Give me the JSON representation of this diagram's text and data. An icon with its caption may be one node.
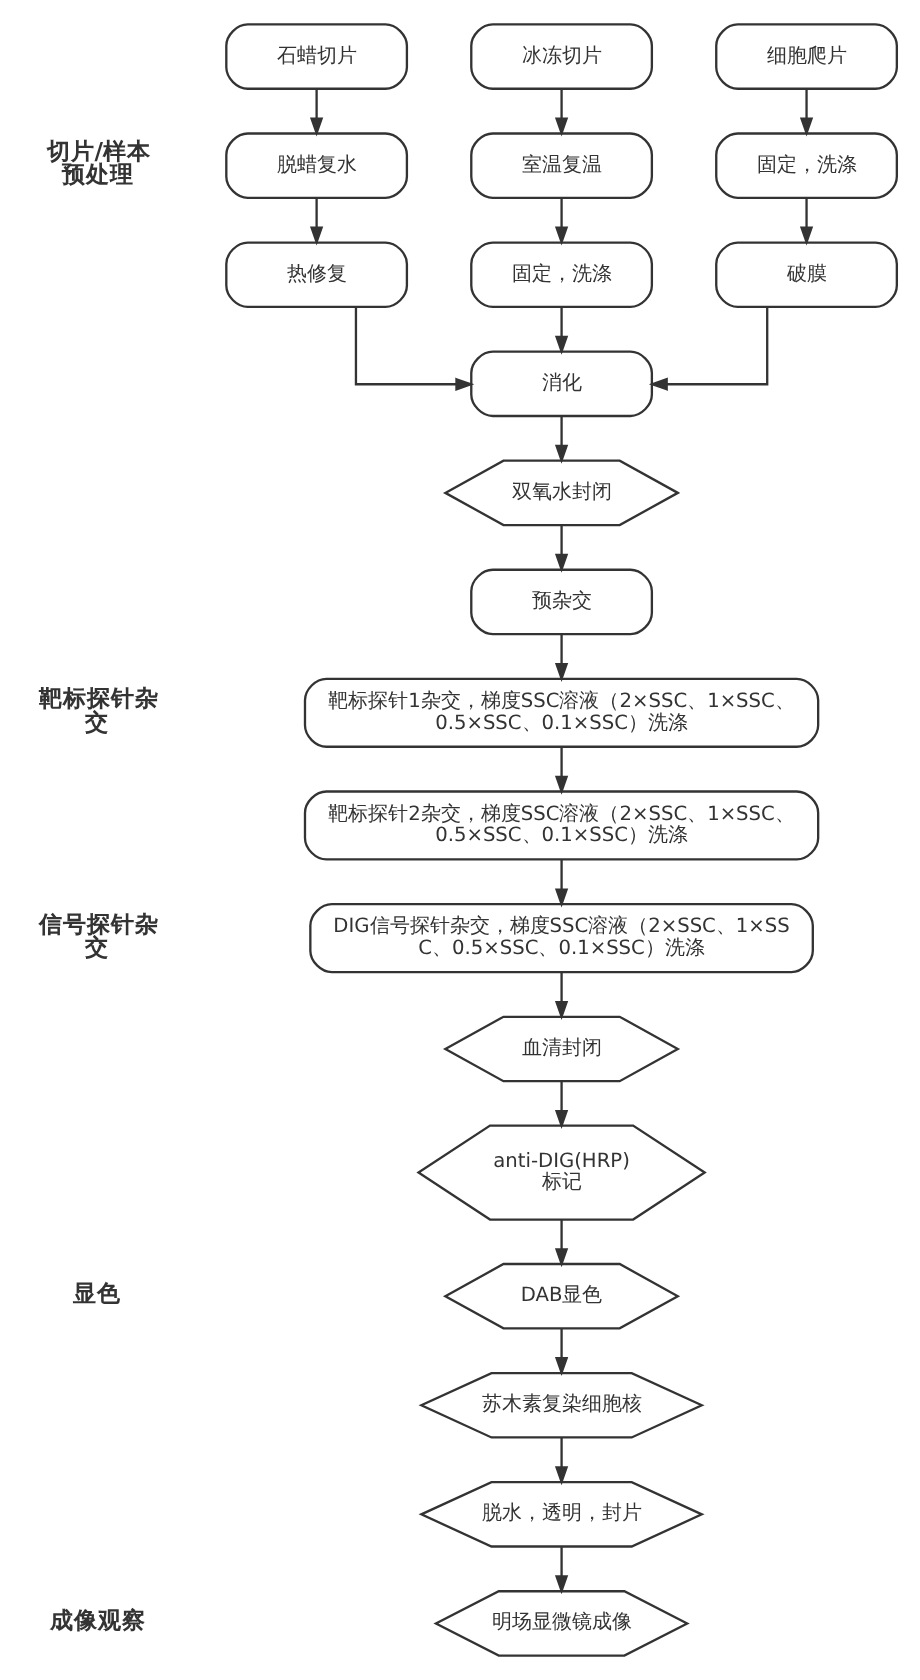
{
  "diagram": {
    "nodes": [
      {
        "text": [
          "石蜡切片"
        ]
      },
      {
        "text": [
          "冰冻切片"
        ]
      },
      {
        "text": [
          "细胞爬片"
        ]
      },
      {
        "text": [
          "脱蜡复水"
        ]
      },
      {
        "text": [
          "室温复温"
        ]
      },
      {
        "text": [
          "固定，洗涤"
        ]
      },
      {
        "text": [
          "热修复"
        ]
      },
      {
        "text": [
          "固定，洗涤"
        ]
      },
      {
        "text": [
          "破膜"
        ]
      },
      {
        "text": [
          "消化"
        ]
      },
      {
        "text": [
          "双氧水封闭"
        ]
      },
      {
        "text": [
          "预杂交"
        ]
      },
      {
        "text": [
          "靶标探针1杂交，梯度SSC溶液（2×SSC、1×SSC、0.5×SSC、0.1×SSC）洗涤"
        ]
      },
      {
        "text": [
          "靶标探针2杂交，梯度SSC溶液（2×SSC、1×SSC、0.5×SSC、0.1×SSC）洗涤"
        ]
      },
      {
        "text": [
          "DIG信号探针杂交，梯度SSC溶液（2×SSC、1×SSC、0.5×SSC、0.1×SSC）洗涤"
        ]
      },
      {
        "text": [
          "血清封闭"
        ]
      },
      {
        "text": [
          "anti-DIG(HRP)标记"
        ]
      },
      {
        "text": [
          "DAB显色"
        ]
      },
      {
        "text": [
          "苏木素复染细胞核"
        ]
      },
      {
        "text": [
          "脱水，透明，封片"
        ]
      },
      {
        "text": [
          "明场显微镜成像"
        ]
      }
    ],
    "edges": [
      {
        "from": 0,
        "to": 3,
        "arrow": "to"
      },
      {
        "from": 3,
        "to": 6,
        "arrow": "to"
      },
      {
        "from": 1,
        "to": 4,
        "arrow": "to"
      },
      {
        "from": 4,
        "to": 7,
        "arrow": "to"
      },
      {
        "from": 2,
        "to": 5,
        "arrow": "to"
      },
      {
        "from": 5,
        "to": 8,
        "arrow": "to"
      },
      {
        "from": 6,
        "to": 9,
        "arrow": "to"
      },
      {
        "from": 7,
        "to": 9,
        "arrow": "to"
      },
      {
        "from": 8,
        "to": 9,
        "arrow": "to"
      },
      {
        "from": 9,
        "to": 10,
        "arrow": "to"
      },
      {
        "from": 10,
        "to": 11,
        "arrow": "to"
      },
      {
        "from": 11,
        "to": 12,
        "arrow": "to"
      },
      {
        "from": 12,
        "to": 13,
        "arrow": "to"
      },
      {
        "from": 13,
        "to": 14,
        "arrow": "to"
      },
      {
        "from": 14,
        "to": 15,
        "arrow": "to"
      },
      {
        "from": 15,
        "to": 16,
        "arrow": "to"
      },
      {
        "from": 16,
        "to": 17,
        "arrow": "to"
      },
      {
        "from": 17,
        "to": 18,
        "arrow": "to"
      },
      {
        "from": 18,
        "to": 19,
        "arrow": "to"
      },
      {
        "from": 19,
        "to": 20,
        "arrow": "to"
      }
    ],
    "labels": [
      "切片/样本预处理",
      "靶标探针杂交",
      "信号探针杂交",
      "显色",
      "成像观察"
    ]
  }
}
